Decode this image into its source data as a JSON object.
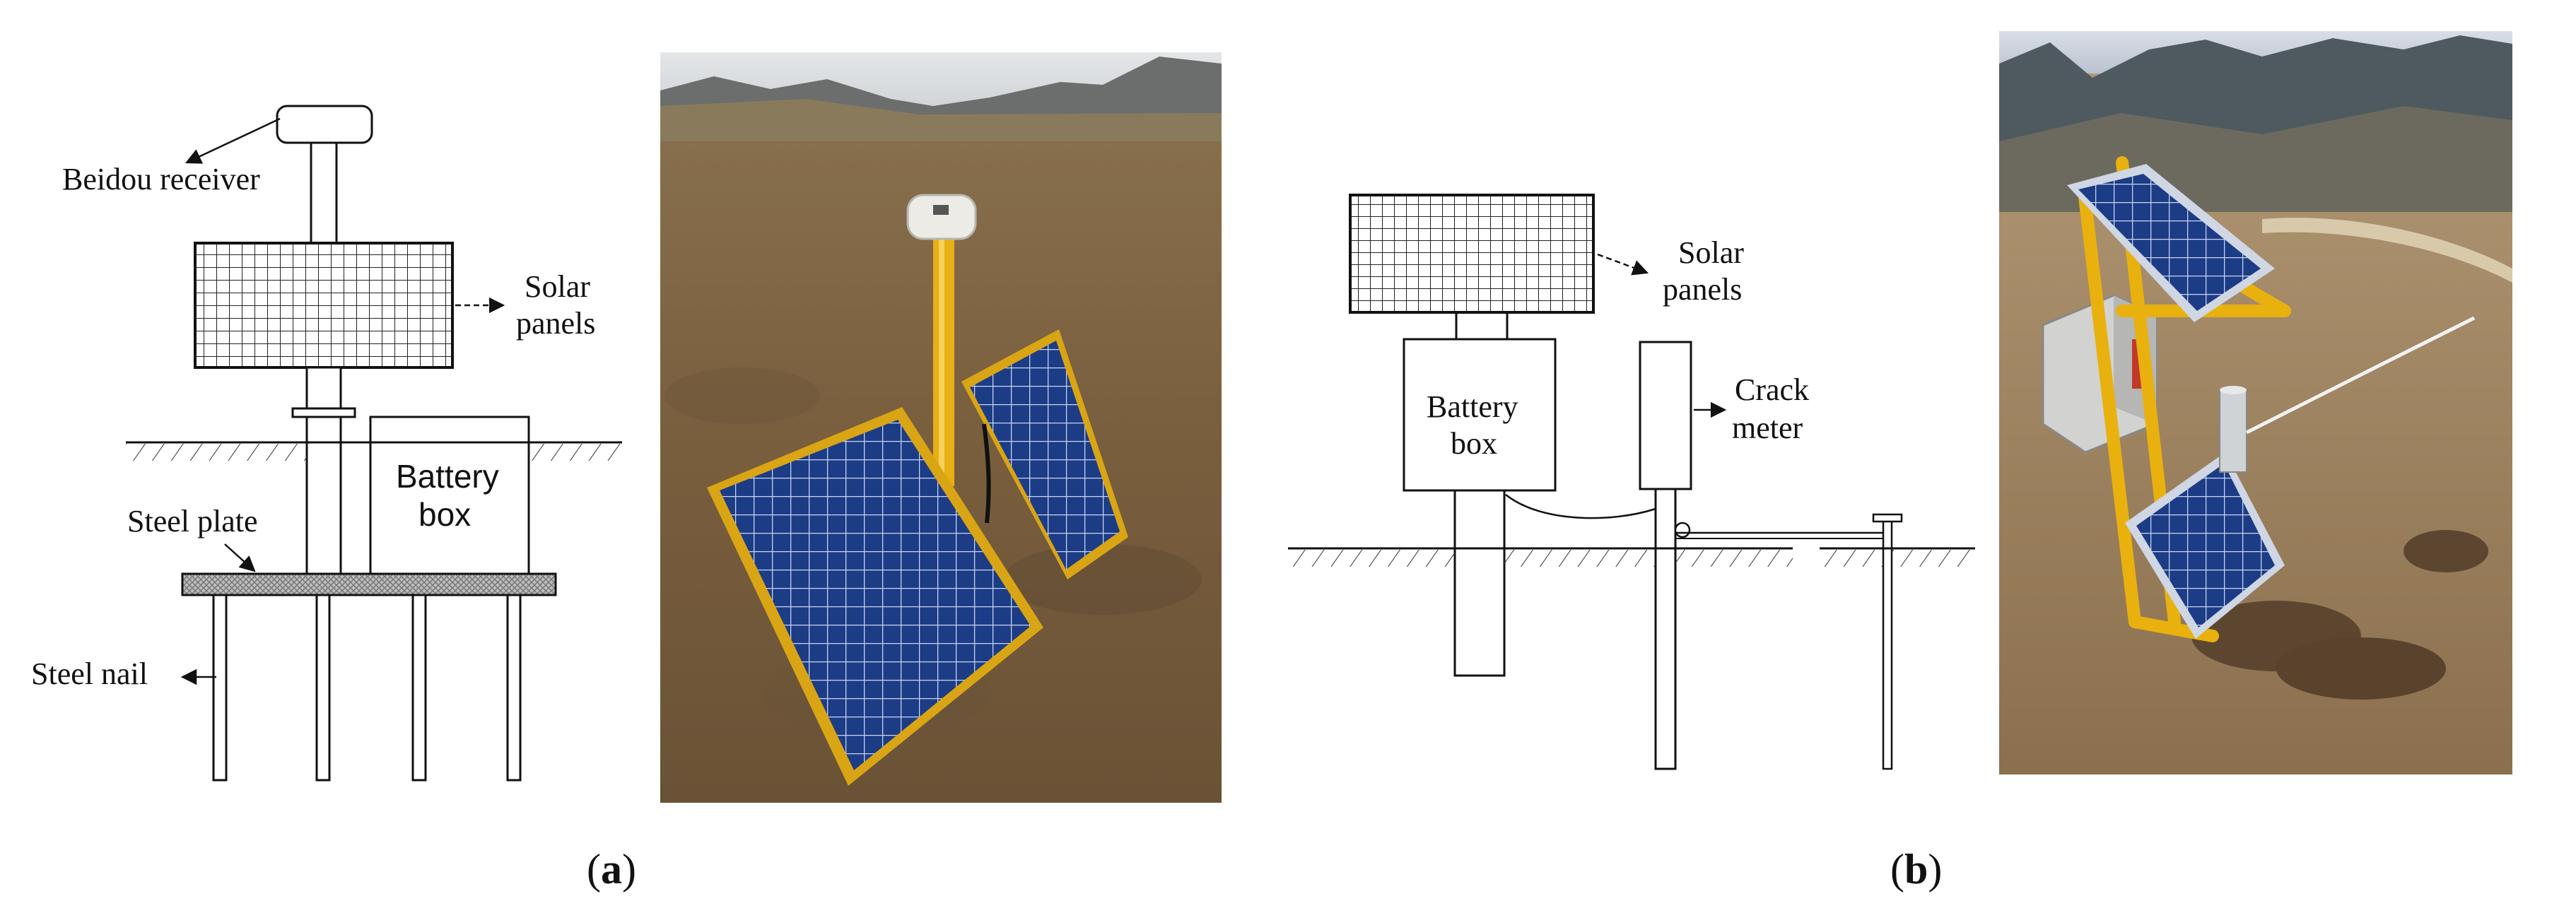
{
  "panel_a": {
    "caption_letter": "a",
    "labels": {
      "beidou_receiver": "Beidou receiver",
      "solar_panels_line1": "Solar",
      "solar_panels_line2": "panels",
      "battery_box_line1": "Battery",
      "battery_box_line2": "box",
      "steel_plate": "Steel plate",
      "steel_nail": "Steel nail"
    }
  },
  "panel_b": {
    "caption_letter": "b",
    "labels": {
      "solar_panels_line1": "Solar",
      "solar_panels_line2": "panels",
      "battery_box_line1": "Battery",
      "battery_box_line2": "box",
      "crack_meter_line1": "Crack",
      "crack_meter_line2": "meter"
    }
  },
  "colors": {
    "frame_yellow": "#e8b10e",
    "panel_blue": "#1d3f86",
    "ground_brown": "#8a6c45",
    "sky": "#d7dde4"
  }
}
